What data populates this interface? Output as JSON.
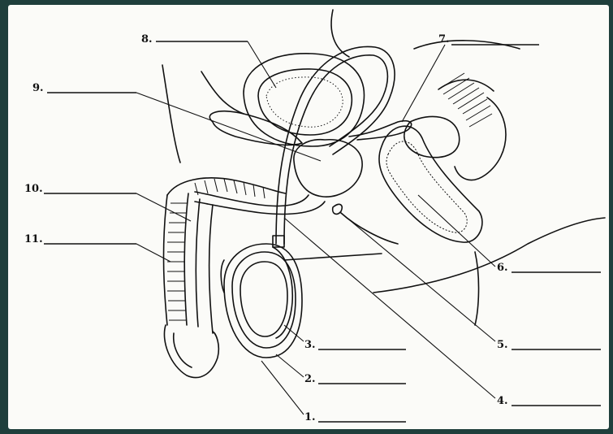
{
  "labels": {
    "l1": "1.",
    "l2": "2.",
    "l3": "3.",
    "l4": "4.",
    "l5": "5.",
    "l6": "6.",
    "l7": "7.",
    "l8": "8.",
    "l9": "9.",
    "l10": "10.",
    "l11": "11."
  }
}
